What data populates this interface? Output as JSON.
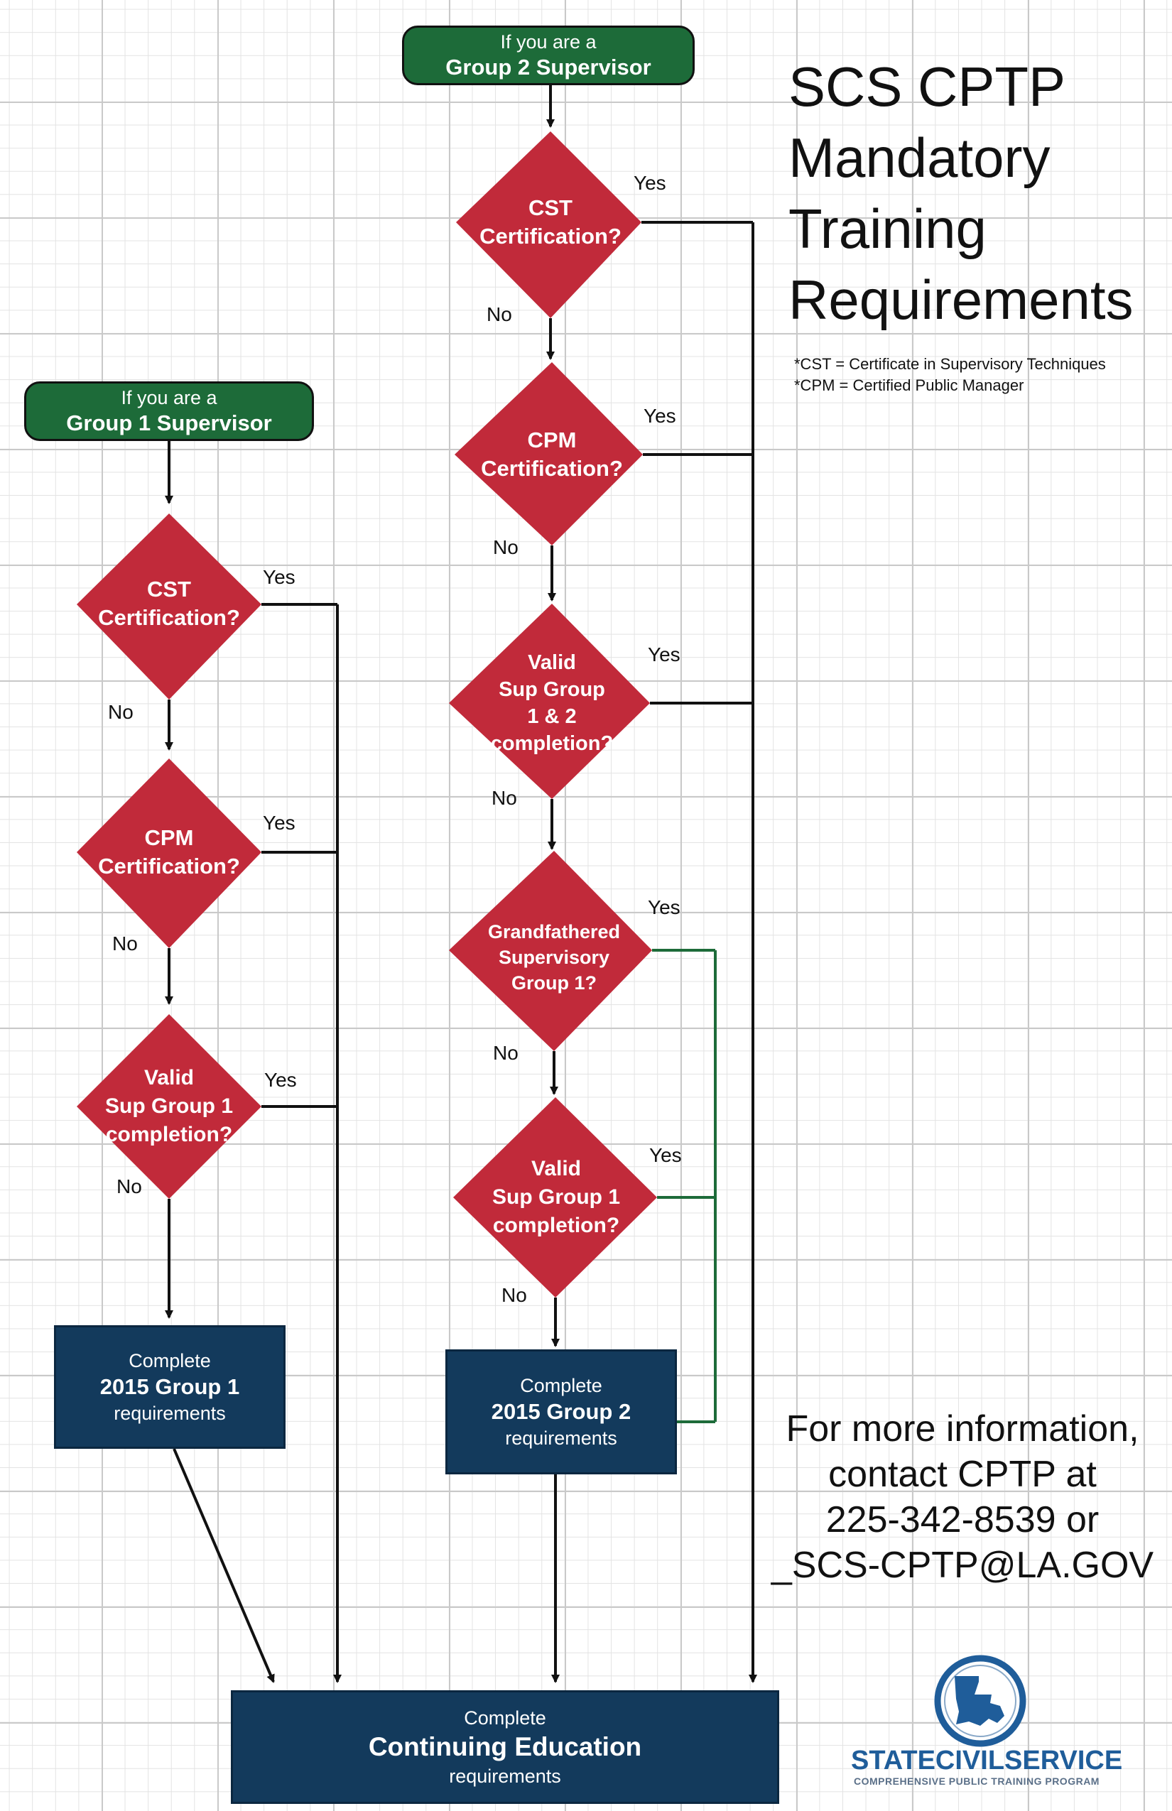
{
  "colors": {
    "start_pill": "#1d6b39",
    "decision": "#c12a3a",
    "process_box": "#133a5c",
    "grandfathered_line": "#1d6b39",
    "connector": "#111111"
  },
  "title": [
    "SCS CPTP",
    "Mandatory",
    "Training",
    "Requirements"
  ],
  "notes": [
    "*CST =   Certificate in Supervisory Techniques",
    "*CPM = Certified Public Manager"
  ],
  "group1": {
    "start": {
      "line1": "If you are a",
      "line2": "Group 1 Supervisor"
    },
    "decisions": [
      {
        "label": "CST\nCertification?",
        "yes": "Yes",
        "no": "No"
      },
      {
        "label": "CPM\nCertification?",
        "yes": "Yes",
        "no": "No"
      },
      {
        "label": "Valid\nSup Group 1\ncompletion?",
        "yes": "Yes",
        "no": "No"
      }
    ],
    "result": {
      "line1": "Complete",
      "line2": "2015  Group 1",
      "line3": "requirements"
    }
  },
  "group2": {
    "start": {
      "line1": "If you are a",
      "line2": "Group 2 Supervisor"
    },
    "decisions": [
      {
        "label": "CST\nCertification?",
        "yes": "Yes",
        "no": "No"
      },
      {
        "label": "CPM\nCertification?",
        "yes": "Yes",
        "no": "No"
      },
      {
        "label": "Valid\nSup Group\n1 & 2\ncompletion?",
        "yes": "Yes",
        "no": "No"
      },
      {
        "label": "Grandfathered\nSupervisory\nGroup 1?",
        "yes": "Yes",
        "no": "No"
      },
      {
        "label": "Valid\nSup Group 1\ncompletion?",
        "yes": "Yes",
        "no": "No"
      }
    ],
    "result": {
      "line1": "Complete",
      "line2": "2015 Group 2",
      "line3": "requirements"
    }
  },
  "final": {
    "line1": "Complete",
    "line2": "Continuing Education",
    "line3": "requirements"
  },
  "contact": [
    "For more information,",
    "contact CPTP at",
    "225-342-8539 or",
    "_SCS-CPTP@LA.GOV"
  ],
  "logo": {
    "name": "STATECIVILSERVICE",
    "tagline": "COMPREHENSIVE PUBLIC TRAINING PROGRAM"
  }
}
